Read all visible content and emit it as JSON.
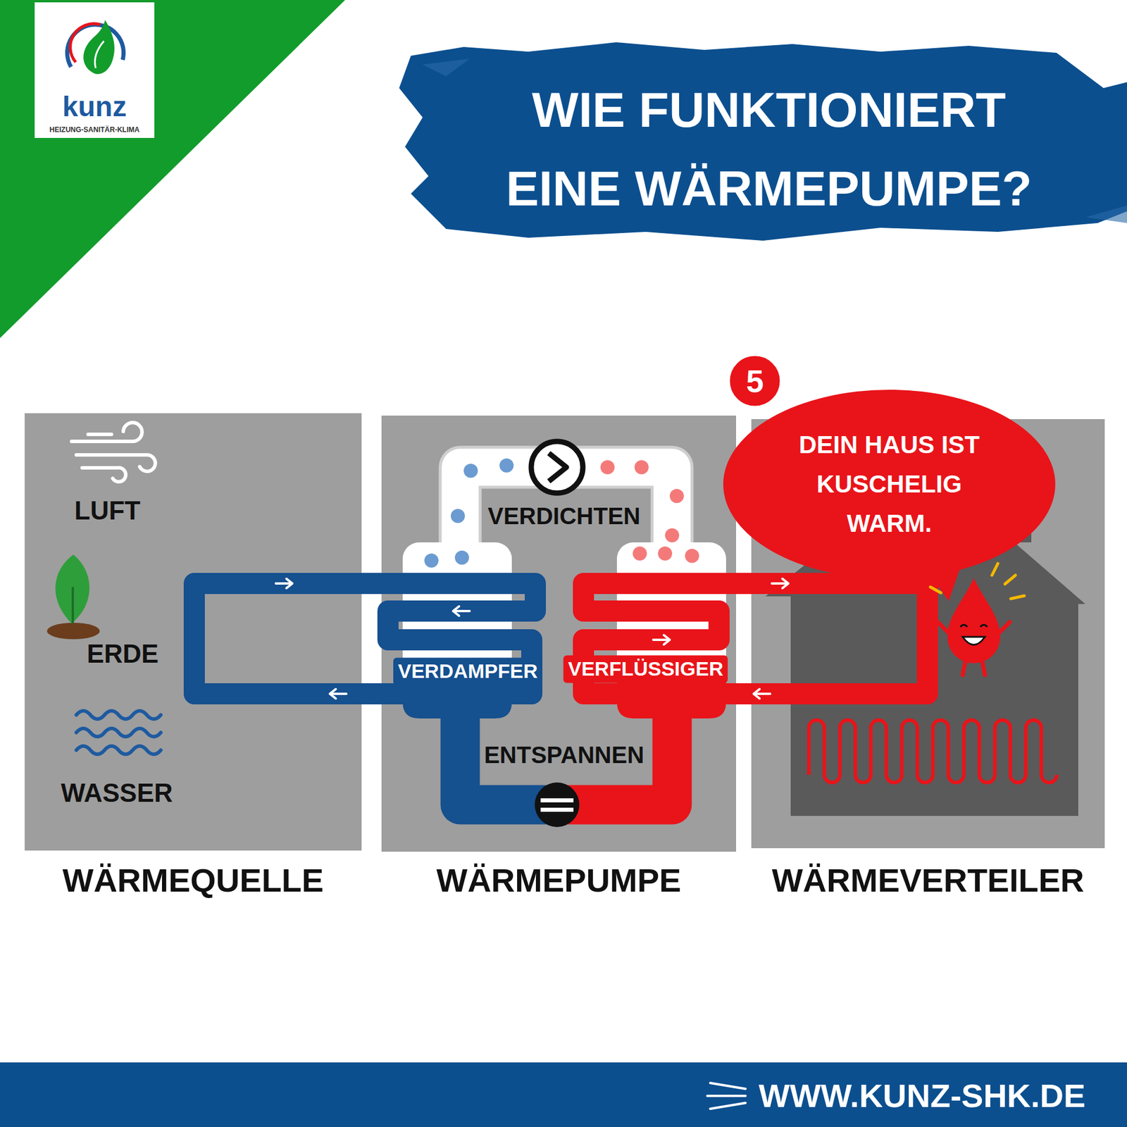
{
  "diagram": {
    "title": "WIE FUNKTIONIERT EINE WÄRMEPUMPE?",
    "nodes": [
      {
        "text": [
          "kunz",
          "HEIZUNG-SANITÄR-KLIMA"
        ]
      },
      {
        "text": [
          "5"
        ]
      },
      {
        "text": [
          "LUFT",
          "ERDE",
          "WASSER",
          "WÄRMEQUELLE"
        ]
      },
      {
        "text": [
          "VERDICHTEN",
          "VERDAMPFER",
          "VERFLÜSSIGER",
          "ENTSPANNEN",
          "WÄRMEPUMPE"
        ]
      },
      {
        "text": [
          "WÄRMEVERTEILER"
        ]
      },
      {
        "text": [
          "DEIN HAUS IST KUSCHELIG WARM."
        ]
      },
      {
        "text": [
          "WWW.KUNZ-SHK.DE"
        ]
      }
    ]
  }
}
